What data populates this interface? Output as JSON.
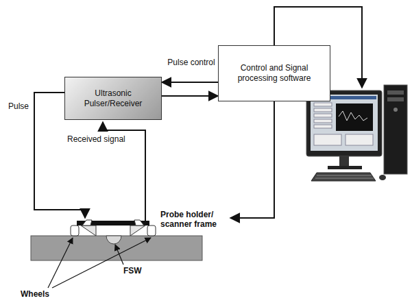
{
  "diagram": {
    "nodes": [
      {
        "text": [
          "Ultrasonic Pulser/Receiver"
        ]
      },
      {
        "text": [
          "Control and Signal processing software"
        ]
      }
    ],
    "edges": [
      {
        "from": 1,
        "to": 0,
        "label": "Pulse control",
        "arrow": "to"
      },
      {
        "from": 0,
        "to": 1,
        "arrow": "to"
      }
    ],
    "labels": [
      "Pulse",
      "Received signal",
      "Probe holder/ scanner frame",
      "FSW",
      "Wheels"
    ]
  }
}
